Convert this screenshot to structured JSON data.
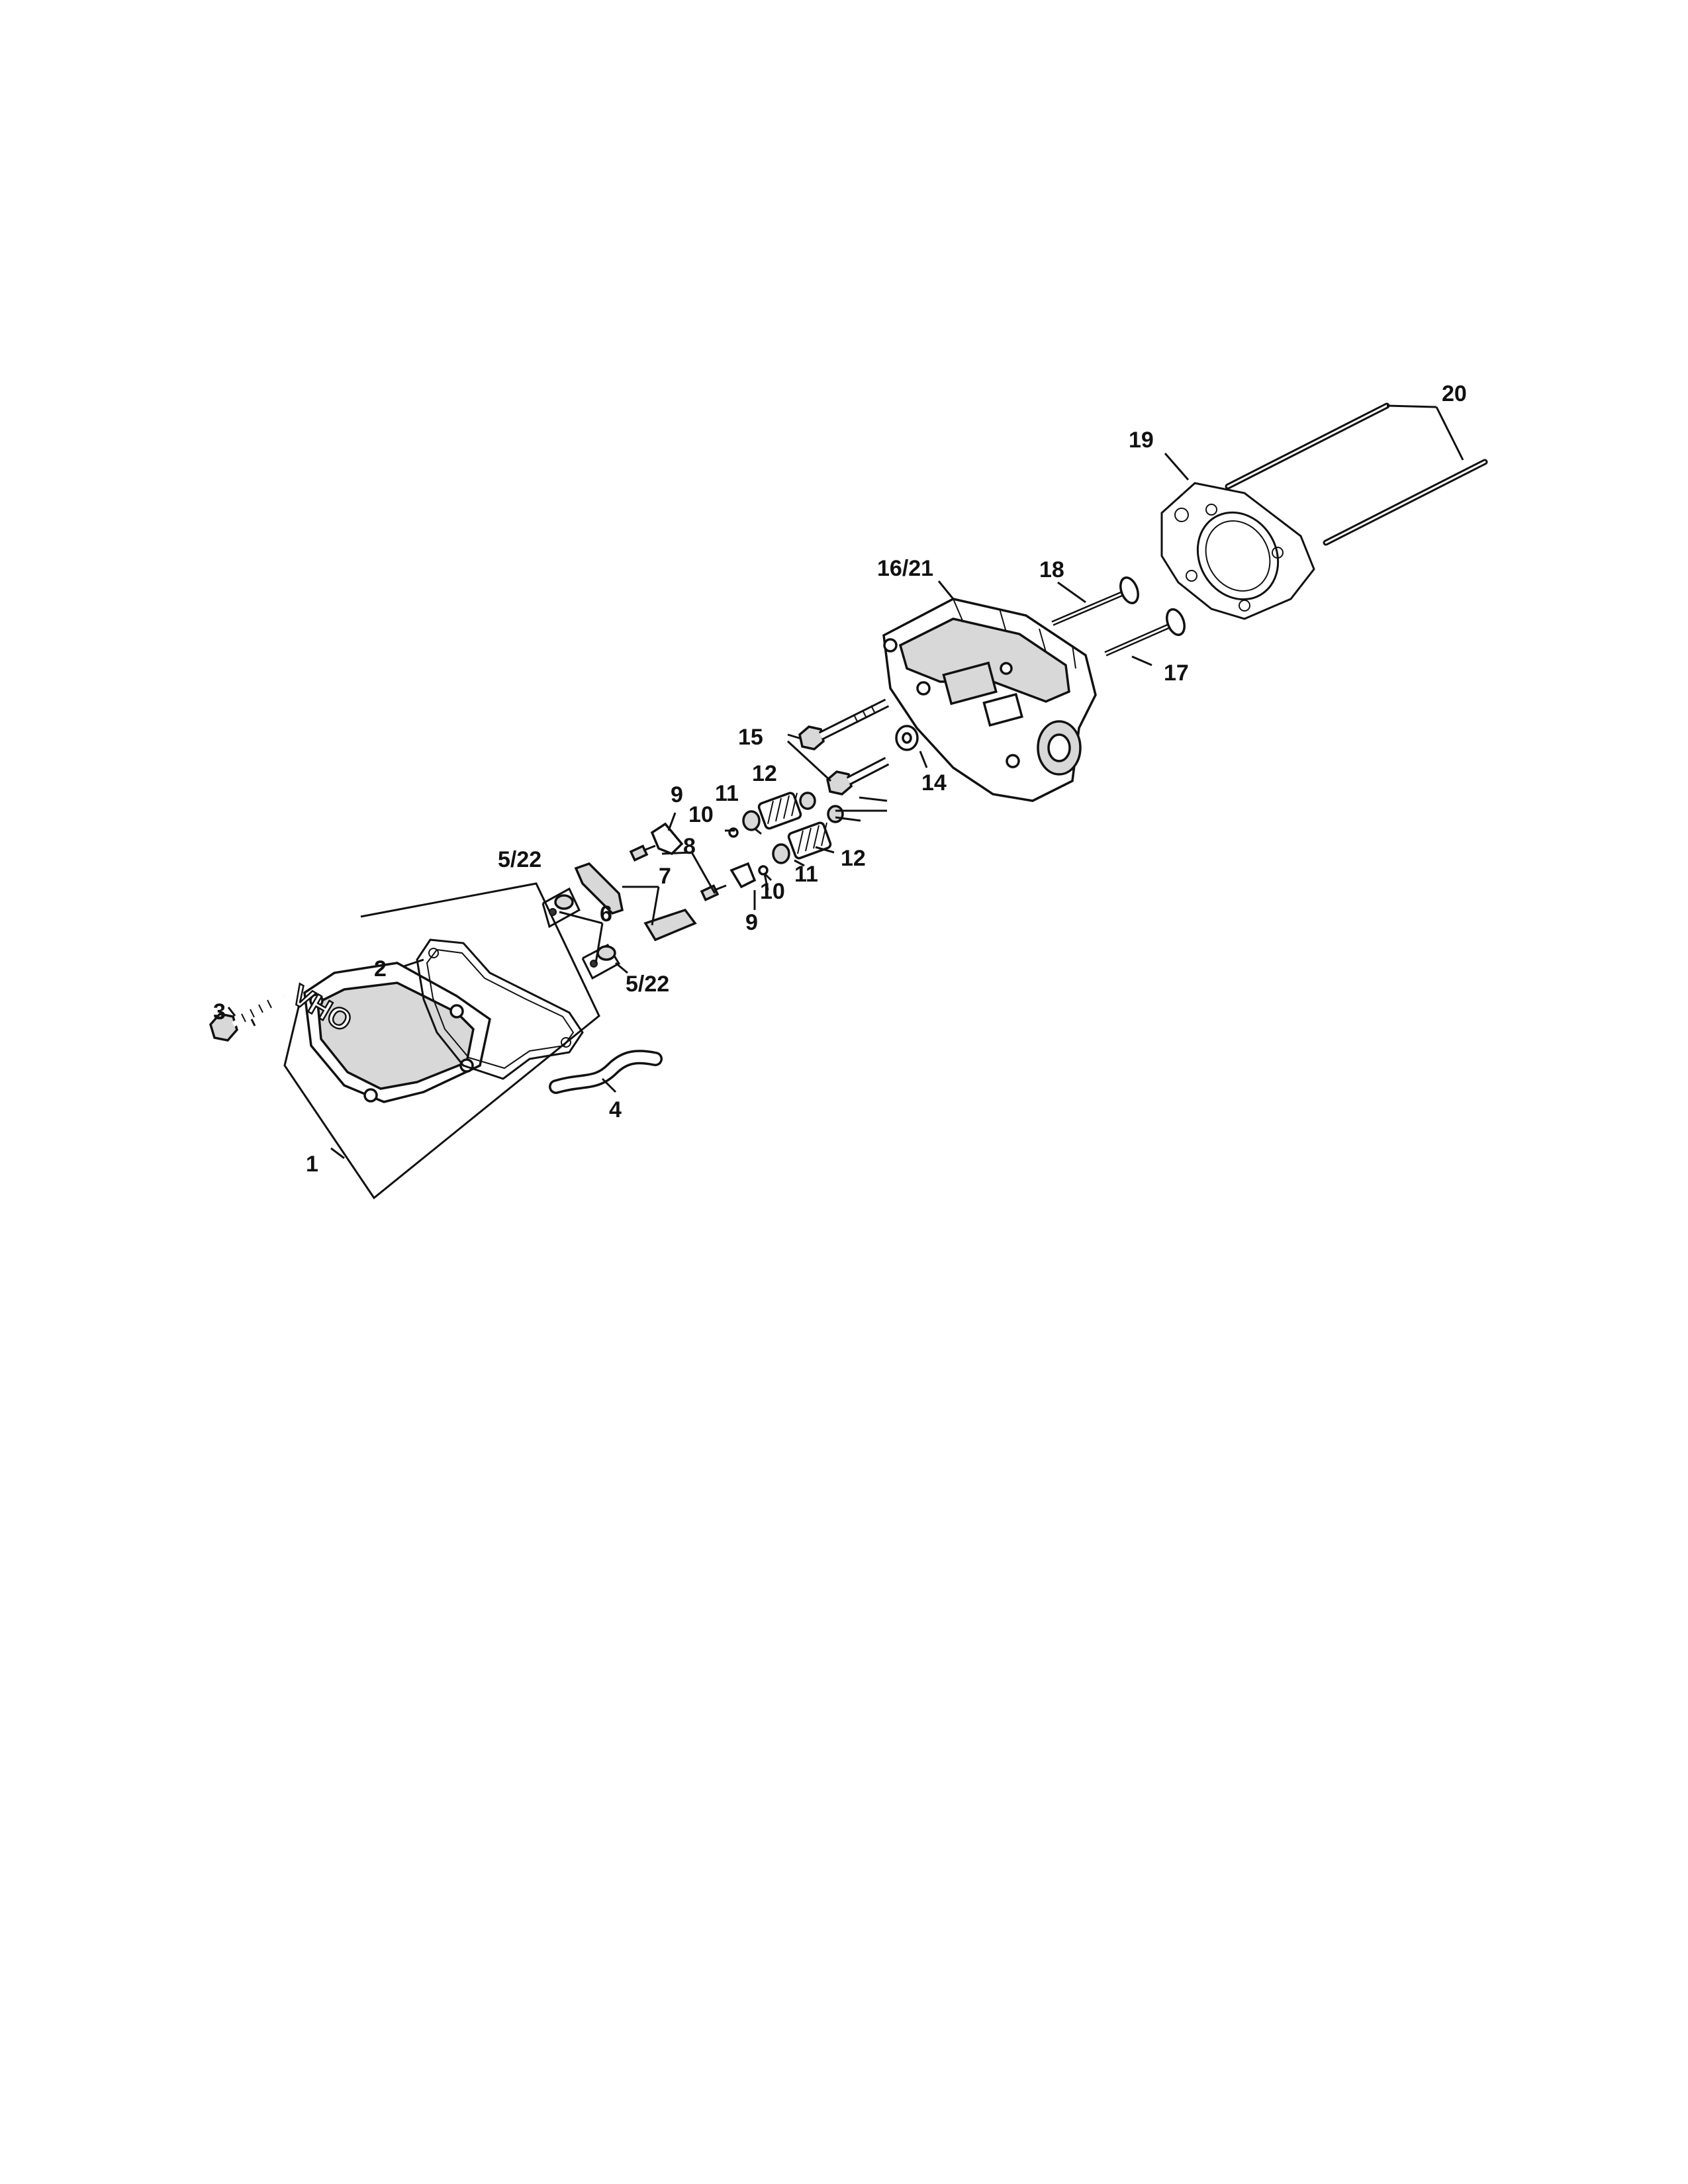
{
  "diagram": {
    "callouts": {
      "p1": "1",
      "p2": "2",
      "p3": "3",
      "p4": "4",
      "p5_22_upper": "5/22",
      "p5_22_lower": "5/22",
      "p6": "6",
      "p7": "7",
      "p8": "8",
      "p9_upper": "9",
      "p9_lower": "9",
      "p10_upper": "10",
      "p10_lower": "10",
      "p11_upper": "11",
      "p11_lower": "11",
      "p12_upper": "12",
      "p12_lower": "12",
      "p14": "14",
      "p15": "15",
      "p16_21": "16/21",
      "p17": "17",
      "p18": "18",
      "p19": "19",
      "p20": "20"
    },
    "cover_stamp": "OHV"
  }
}
